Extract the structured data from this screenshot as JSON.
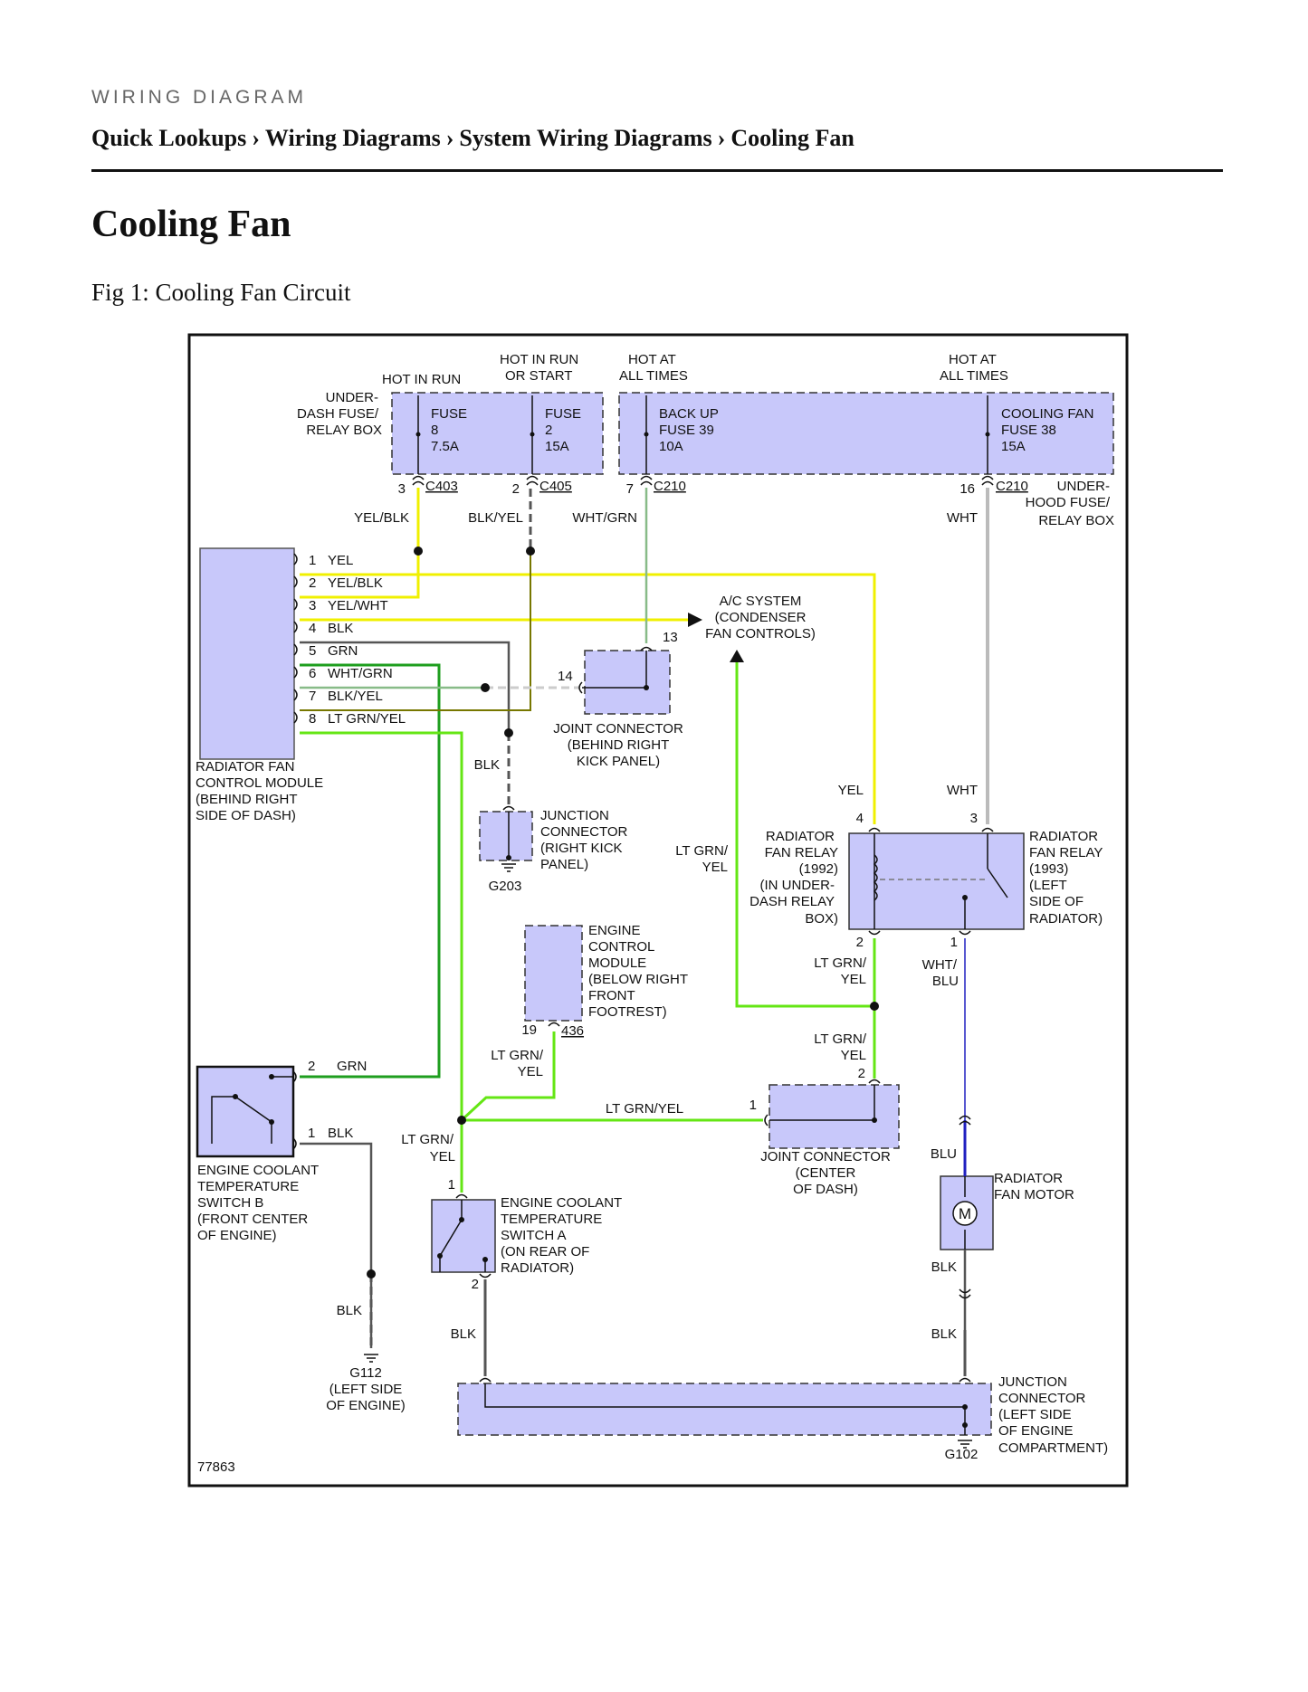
{
  "header": {
    "eyebrow": "WIRING DIAGRAM",
    "breadcrumb": [
      "Quick Lookups",
      "Wiring Diagrams",
      "System Wiring Diagrams",
      "Cooling Fan"
    ],
    "separator": "›"
  },
  "page": {
    "title": "Cooling Fan",
    "figure_caption": "Fig 1: Cooling Fan Circuit"
  },
  "diagram": {
    "figure_id": "77863",
    "fuses": {
      "hot_in_run": "HOT IN RUN",
      "hot_in_run_or_start": [
        "HOT IN RUN",
        "OR START"
      ],
      "hot_at_all_times_1": [
        "HOT AT",
        "ALL TIMES"
      ],
      "hot_at_all_times_2": [
        "HOT AT",
        "ALL TIMES"
      ],
      "underdash_box": [
        "UNDER-",
        "DASH FUSE/",
        "RELAY BOX"
      ],
      "fuse8": [
        "FUSE",
        "8",
        "7.5A"
      ],
      "fuse2": [
        "FUSE",
        "2",
        "15A"
      ],
      "fuse39": [
        "BACK UP",
        "FUSE 39",
        "10A"
      ],
      "fuse38": [
        "COOLING FAN",
        "FUSE 38",
        "15A"
      ],
      "underhood_box": [
        "UNDER-",
        "HOOD FUSE/",
        "RELAY BOX"
      ]
    },
    "connectors": {
      "c403_pin": "3",
      "c403": "C403",
      "c405_pin": "2",
      "c405": "C405",
      "c210a_pin": "7",
      "c210a": "C210",
      "c210b_pin": "16",
      "c210b": "C210",
      "c436_pin": "19",
      "c436": "436"
    },
    "wires": {
      "yel_blk": "YEL/BLK",
      "blk_yel": "BLK/YEL",
      "wht_grn": "WHT/GRN",
      "wht": "WHT",
      "yel": "YEL",
      "wht2": "WHT",
      "blk": "BLK",
      "grn": "GRN",
      "lt_grn_yel_split": [
        "LT GRN/",
        "YEL"
      ],
      "lt_grn_yel": "LT GRN/YEL",
      "wht_blu": [
        "WHT/",
        "BLU"
      ],
      "blu": "BLU"
    },
    "module_pins": [
      {
        "num": "1",
        "label": "YEL"
      },
      {
        "num": "2",
        "label": "YEL/BLK"
      },
      {
        "num": "3",
        "label": "YEL/WHT"
      },
      {
        "num": "4",
        "label": "BLK"
      },
      {
        "num": "5",
        "label": "GRN"
      },
      {
        "num": "6",
        "label": "WHT/GRN"
      },
      {
        "num": "7",
        "label": "BLK/YEL"
      },
      {
        "num": "8",
        "label": "LT GRN/YEL"
      }
    ],
    "module_label": [
      "RADIATOR FAN",
      "CONTROL MODULE",
      "(BEHIND RIGHT",
      "SIDE OF DASH)"
    ],
    "ac_system": [
      "A/C SYSTEM",
      "(CONDENSER",
      "FAN CONTROLS)"
    ],
    "joint_right_kick": {
      "pin_top": "13",
      "pin_left": "14",
      "label": [
        "JOINT CONNECTOR",
        "(BEHIND RIGHT",
        "KICK PANEL)"
      ]
    },
    "junction_right_kick": {
      "label": [
        "JUNCTION",
        "CONNECTOR",
        "(RIGHT KICK",
        "PANEL)"
      ],
      "ground": "G203"
    },
    "ecm": [
      "ENGINE",
      "CONTROL",
      "MODULE",
      "(BELOW RIGHT",
      "FRONT",
      "FOOTREST)"
    ],
    "relay_1992": {
      "label": [
        "RADIATOR",
        "FAN RELAY",
        "(1992)",
        "(IN UNDER-",
        "DASH RELAY",
        "BOX)"
      ],
      "pin4": "4",
      "pin2": "2"
    },
    "relay_1993": {
      "label": [
        "RADIATOR",
        "FAN RELAY",
        "(1993)",
        "(LEFT",
        "SIDE OF",
        "RADIATOR)"
      ],
      "pin3": "3",
      "pin1": "1"
    },
    "switch_b": {
      "pin2": "2",
      "pin1": "1",
      "label": [
        "ENGINE COOLANT",
        "TEMPERATURE",
        "SWITCH B",
        "(FRONT CENTER",
        "OF ENGINE)"
      ]
    },
    "switch_a": {
      "pin1": "1",
      "pin2": "2",
      "label": [
        "ENGINE COOLANT",
        "TEMPERATURE",
        "SWITCH A",
        "(ON REAR OF",
        "RADIATOR)"
      ]
    },
    "joint_center_dash": {
      "pin1": "1",
      "pin2": "2",
      "label": [
        "JOINT CONNECTOR",
        "(CENTER",
        "OF DASH)"
      ]
    },
    "fan_motor": {
      "symbol": "M",
      "label": [
        "RADIATOR",
        "FAN MOTOR"
      ]
    },
    "g112": [
      "G112",
      "(LEFT SIDE",
      "OF ENGINE)"
    ],
    "junction_engine": {
      "label": [
        "JUNCTION",
        "CONNECTOR",
        "(LEFT SIDE",
        "OF ENGINE",
        "COMPARTMENT)"
      ],
      "ground": "G102"
    },
    "colors": {
      "component_fill": "#c8c8fa",
      "yellow": "#f0f000",
      "dark_green": "#1e9e1e",
      "light_green": "#64e614",
      "blue": "#2020c0",
      "gray": "#bbbbbb"
    }
  }
}
